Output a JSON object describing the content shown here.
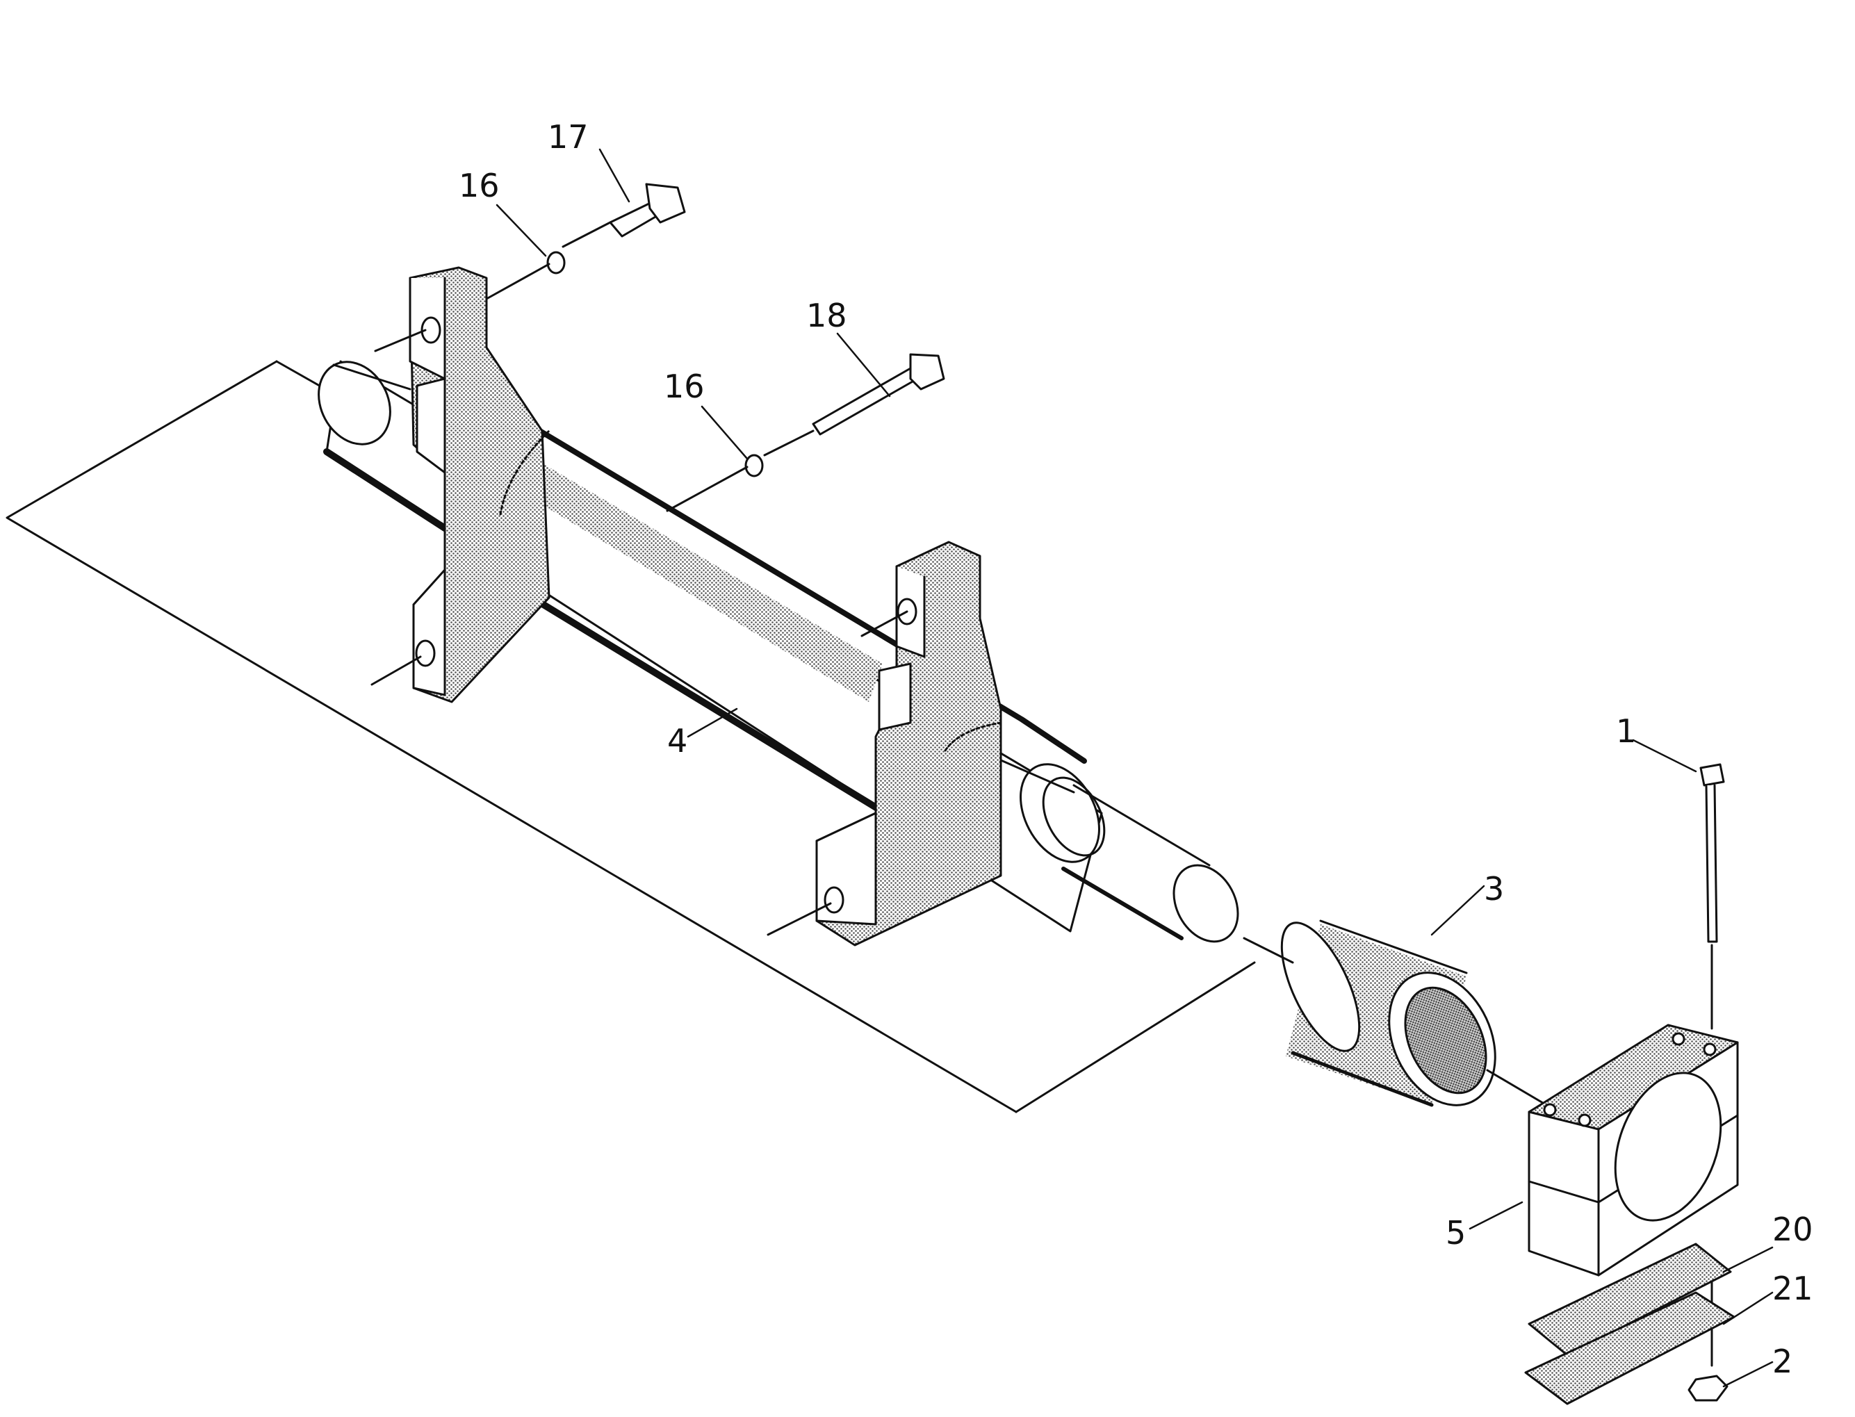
{
  "diagram": {
    "type": "exploded-parts-drawing",
    "callouts": {
      "c1": "1",
      "c2": "2",
      "c3": "3",
      "c4": "4",
      "c5": "5",
      "c16a": "16",
      "c16b": "16",
      "c17": "17",
      "c18": "18",
      "c20": "20",
      "c21": "21"
    },
    "colors": {
      "ink": "#111111",
      "stipple": "#6b6b6b",
      "paper": "#ffffff"
    }
  }
}
